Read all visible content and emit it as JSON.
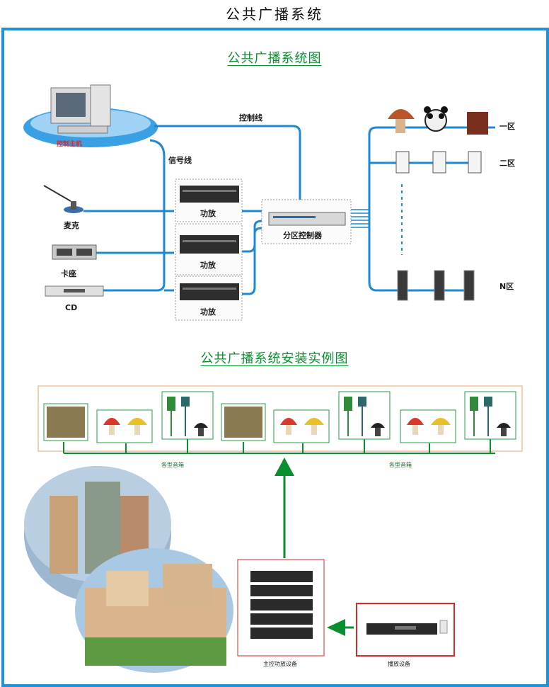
{
  "page_title": "公共广播系统",
  "diagram1": {
    "title": "公共广播系统图",
    "host_label": "控制主机",
    "control_line_label": "控制线",
    "signal_line_label": "信号线",
    "mic_label": "麦克",
    "deck_label": "卡座",
    "cd_label": "CD",
    "amp_label": "功放",
    "zone_controller_label": "分区控制器",
    "zones": [
      "一区",
      "二区",
      "N区"
    ]
  },
  "diagram2": {
    "title": "公共广播系统安装实例图",
    "speakers_label": "各型音箱",
    "main_equipment_label": "主控功放设备",
    "playback_label": "播放设备"
  },
  "colors": {
    "frame": "#2192d8",
    "line": "#1e88d0",
    "green": "#0a8f2e",
    "red_box": "#d42a2a",
    "orange_box": "#e6a36a"
  }
}
